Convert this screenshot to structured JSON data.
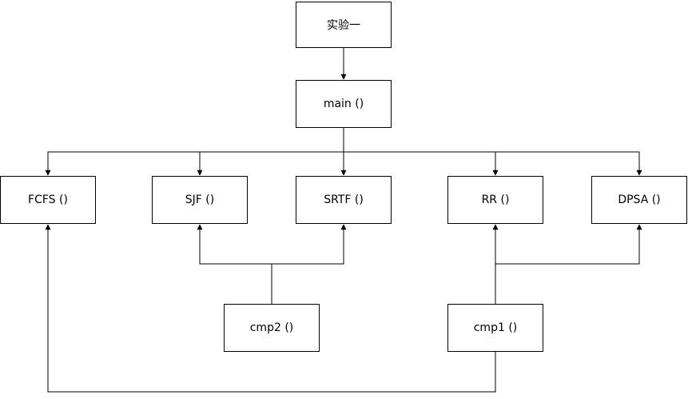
{
  "diagram": {
    "type": "flowchart-call-graph",
    "background_color": "#ffffff",
    "line_color": "#000000",
    "box_border_color": "#000000",
    "box_fill_color": "#ffffff",
    "text_color": "#000000",
    "nodes": {
      "experiment": {
        "label": "实验一"
      },
      "main": {
        "label": "main ()"
      },
      "fcfs": {
        "label": "FCFS ()"
      },
      "sjf": {
        "label": "SJF ()"
      },
      "srtf": {
        "label": "SRTF ()"
      },
      "rr": {
        "label": "RR ()"
      },
      "dpsa": {
        "label": "DPSA ()"
      },
      "cmp2": {
        "label": "cmp2 ()"
      },
      "cmp1": {
        "label": "cmp1 ()"
      }
    },
    "edges": [
      {
        "from": "实验一",
        "to": "main ()"
      },
      {
        "from": "main ()",
        "to": "FCFS ()"
      },
      {
        "from": "main ()",
        "to": "SJF ()"
      },
      {
        "from": "main ()",
        "to": "SRTF ()"
      },
      {
        "from": "main ()",
        "to": "RR ()"
      },
      {
        "from": "main ()",
        "to": "DPSA ()"
      },
      {
        "from": "cmp2 ()",
        "to": "SJF ()"
      },
      {
        "from": "cmp2 ()",
        "to": "SRTF ()"
      },
      {
        "from": "cmp1 ()",
        "to": "RR ()"
      },
      {
        "from": "cmp1 ()",
        "to": "DPSA ()"
      },
      {
        "from": "cmp1 ()",
        "to": "FCFS ()"
      }
    ]
  }
}
